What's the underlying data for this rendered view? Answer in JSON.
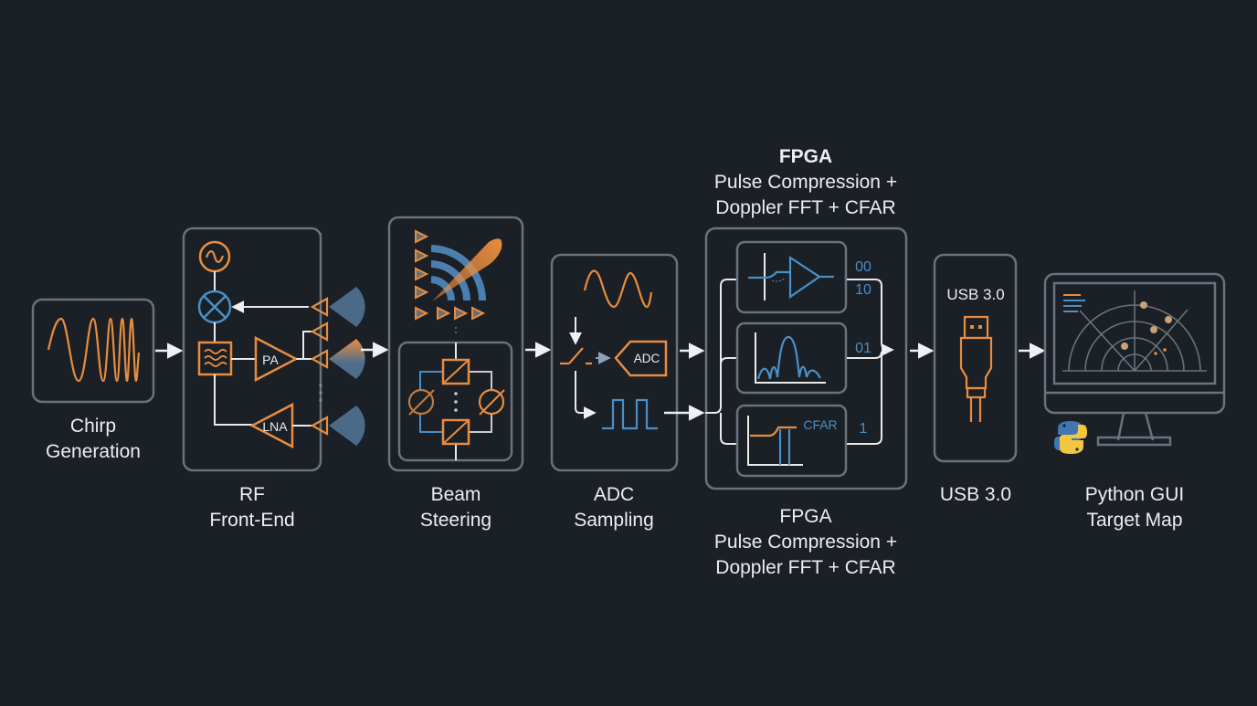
{
  "diagram": {
    "title": "Radar signal processing pipeline",
    "colors": {
      "background": "#1b1f26",
      "box_stroke": "#6a727c",
      "orange": "#e88d3f",
      "blue": "#4a90c8",
      "wire": "#e8eaec",
      "text": "#eceef0"
    },
    "stages": [
      {
        "id": "chirp",
        "label_lines": [
          "Chirp",
          "Generation"
        ],
        "icon": "chirp-waveform-icon"
      },
      {
        "id": "rf",
        "label_lines": [
          "RF",
          "Front-End"
        ],
        "icon": "rf-frontend-icon",
        "components": {
          "pa": "PA",
          "lna": "LNA"
        }
      },
      {
        "id": "beam",
        "label_lines": [
          "Beam",
          "Steering"
        ],
        "icon": "phased-array-icon"
      },
      {
        "id": "adc",
        "label_lines": [
          "ADC",
          "Sampling"
        ],
        "icon": "adc-icon",
        "components": {
          "adc": "ADC"
        }
      },
      {
        "id": "fpga",
        "label_lines": [
          "FPGA",
          "Pulse Compression +",
          "Doppler FFT + CFAR"
        ],
        "icon": "fpga-icon",
        "header_lines": [
          "FPGA",
          "Pulse Compression +",
          "Doppler FFT + CFAR"
        ],
        "components": {
          "cfar": "CFAR"
        },
        "bit_labels": [
          "00",
          "10",
          "01",
          "1"
        ]
      },
      {
        "id": "usb",
        "label_lines": [
          "USB 3.0"
        ],
        "icon": "usb-icon",
        "inner_title": "USB 3.0"
      },
      {
        "id": "gui",
        "label_lines": [
          "Python GUI",
          "Target Map"
        ],
        "icon": "monitor-radar-icon"
      }
    ]
  }
}
